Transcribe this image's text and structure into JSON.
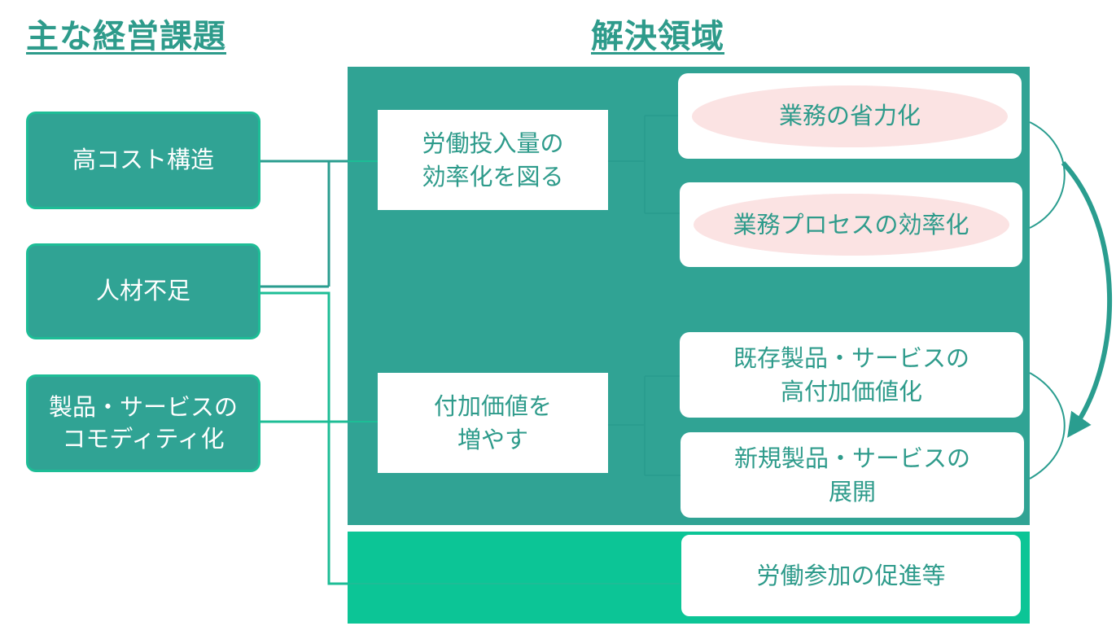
{
  "headings": {
    "issues": "主な経営課題",
    "solutions": "解決領域"
  },
  "issues": [
    "高コスト構造",
    "人材不足",
    "製品・サービスの\nコモディティ化"
  ],
  "approaches": [
    "労働投入量の\n効率化を図る",
    "付加価値を\n増やす"
  ],
  "solution_areas": [
    "業務の省力化",
    "業務プロセスの効率化",
    "既存製品・サービスの\n高付加価値化",
    "新規製品・サービスの\n展開",
    "労働参加の促進等"
  ],
  "colors": {
    "teal_panel": "#30a394",
    "green_panel": "#0cc596",
    "heading": "#2e9b8b",
    "highlight_oval": "#fbe3e3"
  }
}
